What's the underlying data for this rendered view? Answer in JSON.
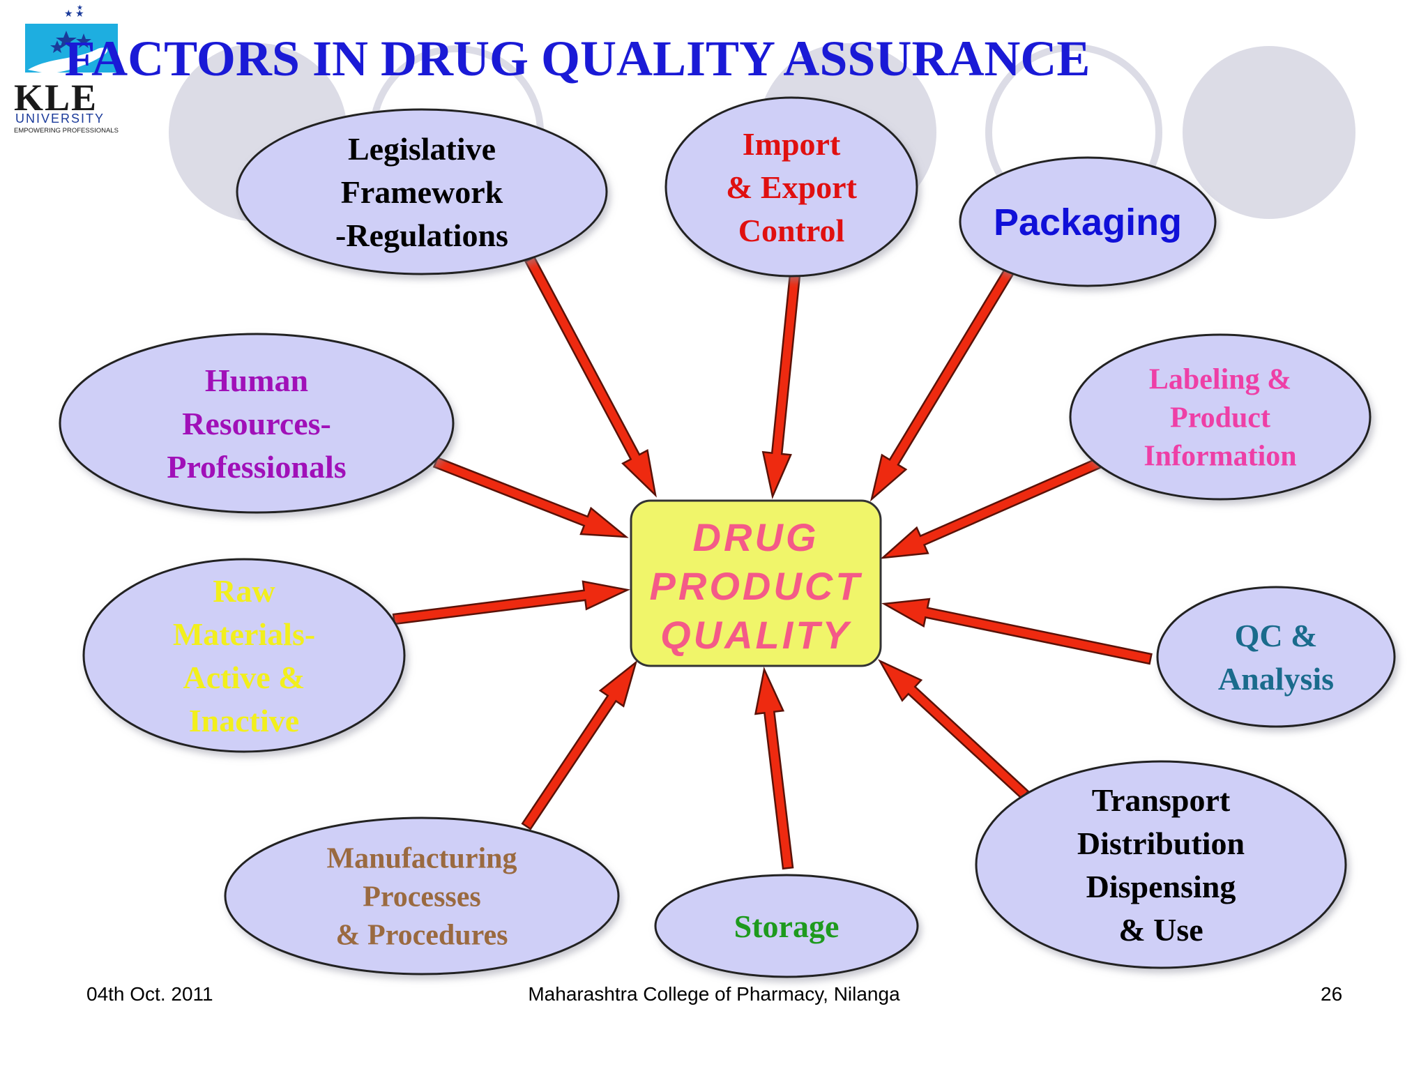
{
  "title": "FACTORS IN DRUG  QUALITY ASSURANCE",
  "logo": {
    "name": "KLE",
    "line2": "UNIVERSITY",
    "tagline": "EMPOWERING PROFESSIONALS",
    "icon": "hand-with-stars-icon"
  },
  "center": {
    "lines": [
      "DRUG",
      "PRODUCT",
      "QUALITY"
    ],
    "fill": "#f0f56a",
    "text_color": "#f45a88"
  },
  "factors": [
    {
      "id": "legislative",
      "lines": [
        "Legislative",
        "Framework",
        "-Regulations"
      ],
      "color": "#000000"
    },
    {
      "id": "import-export",
      "lines": [
        "Import",
        "& Export",
        "Control"
      ],
      "color": "#e01010"
    },
    {
      "id": "packaging",
      "lines": [
        "Packaging"
      ],
      "color": "#1010d8"
    },
    {
      "id": "human-resources",
      "lines": [
        "Human",
        "Resources-",
        "Professionals"
      ],
      "color": "#a010b8"
    },
    {
      "id": "labeling",
      "lines": [
        "Labeling &",
        "Product",
        "Information"
      ],
      "color": "#ee3fa6"
    },
    {
      "id": "raw-materials",
      "lines": [
        "Raw",
        "Materials-",
        "Active &",
        "Inactive"
      ],
      "color": "#f2ef1c"
    },
    {
      "id": "qc-analysis",
      "lines": [
        "QC &",
        "Analysis"
      ],
      "color": "#1a6b8c"
    },
    {
      "id": "manufacturing",
      "lines": [
        "Manufacturing",
        "Processes",
        "& Procedures"
      ],
      "color": "#9a6a40"
    },
    {
      "id": "storage",
      "lines": [
        "Storage"
      ],
      "color": "#1e9a1e"
    },
    {
      "id": "transport",
      "lines": [
        "Transport",
        "Distribution",
        "Dispensing",
        "& Use"
      ],
      "color": "#000000"
    }
  ],
  "colors": {
    "title": "#1a1ad6",
    "ellipse_fill": "#cfcff7",
    "arrow": "#ee2a10",
    "bg_circles": "#dddde8"
  },
  "footer": {
    "date": "04th Oct. 2011",
    "institution": "Maharashtra College of Pharmacy, Nilanga",
    "page": "26"
  }
}
